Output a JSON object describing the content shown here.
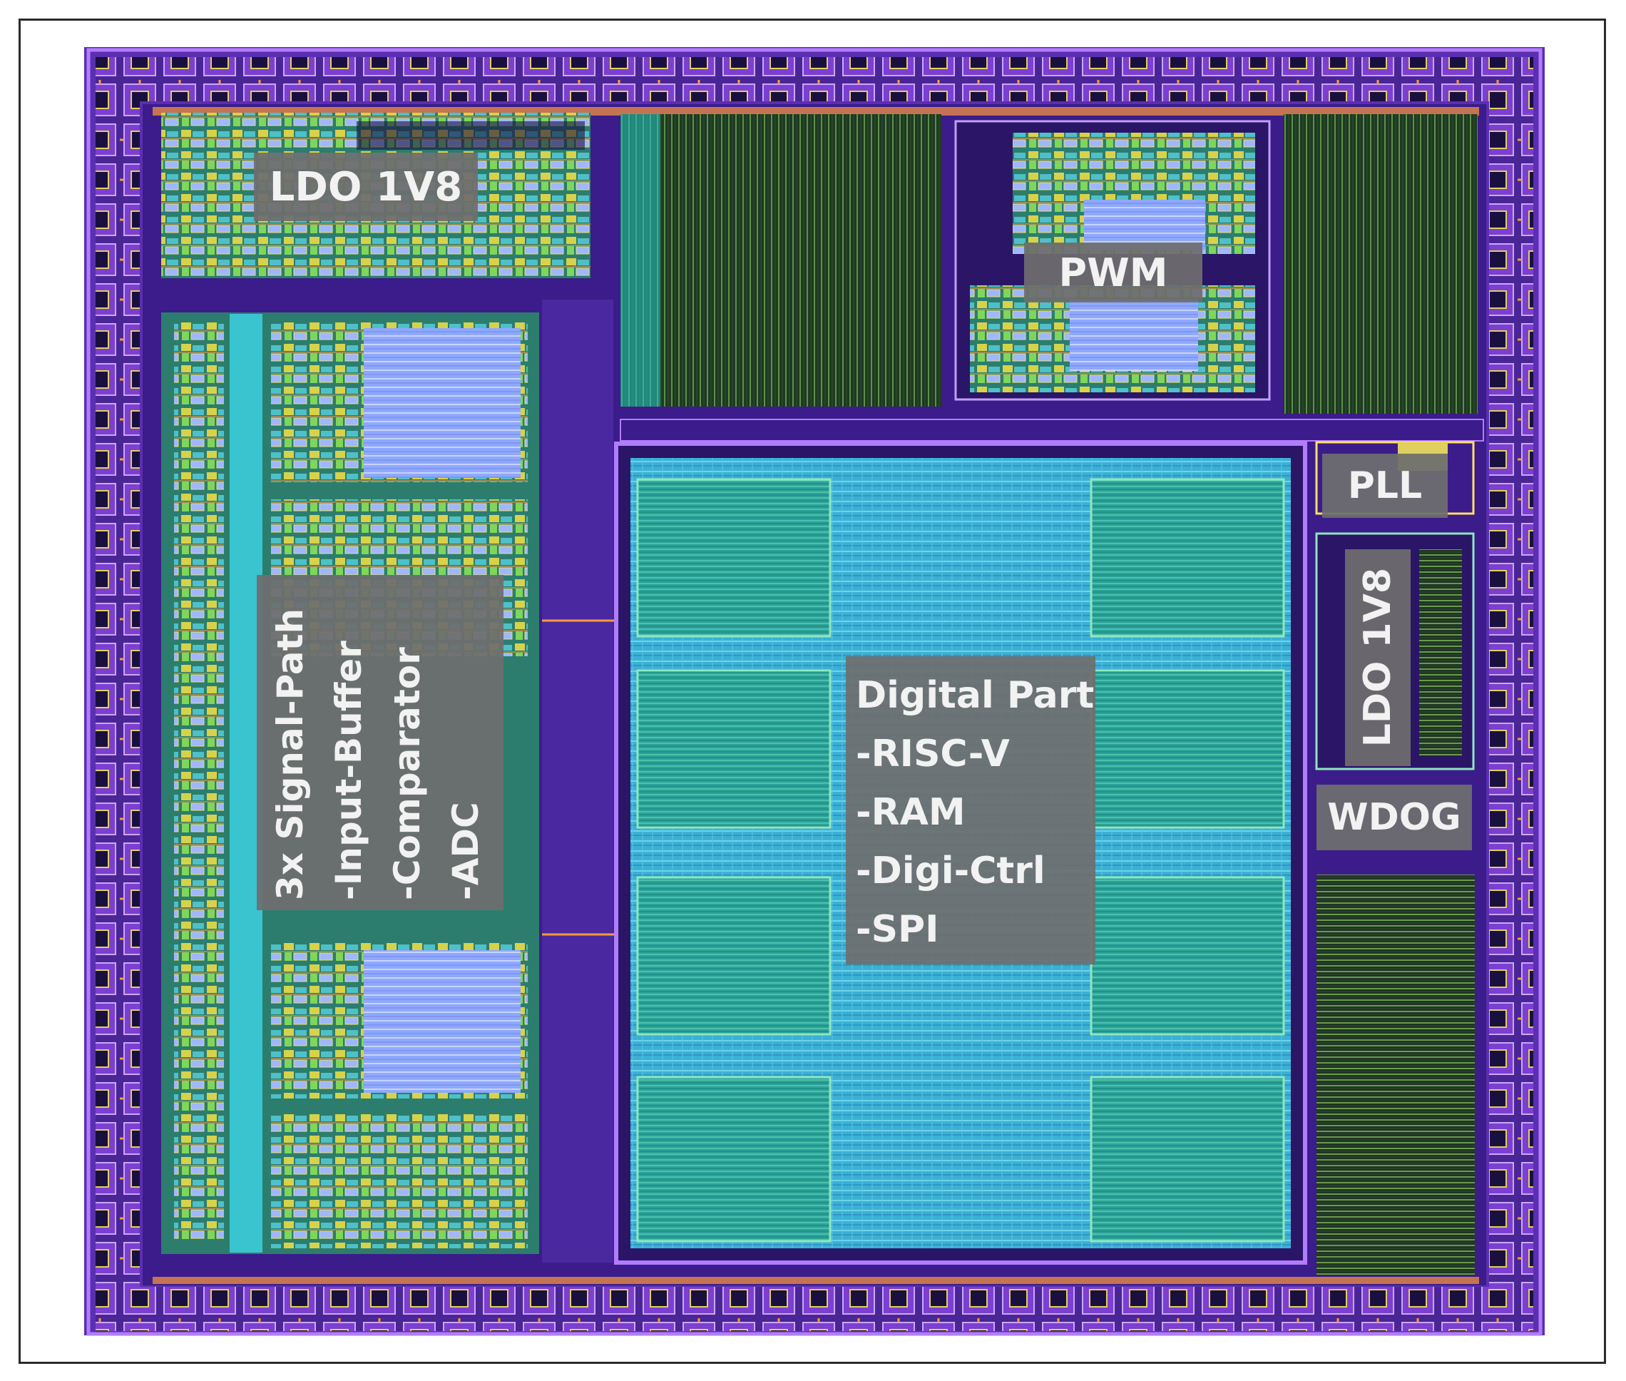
{
  "blocks": {
    "ldo_top": "LDO 1V8",
    "pwm": "PWM",
    "pll": "PLL",
    "ldo_right": "LDO 1V8",
    "wdog": "WDOG",
    "signal_path": {
      "lines": [
        "3x Signal-Path",
        "-Input-Buffer",
        "-Comparator",
        "-ADC"
      ]
    },
    "digital": {
      "lines": [
        "Digital Part",
        "-RISC-V",
        "-RAM",
        "-Digi-Ctrl",
        "-SPI"
      ]
    }
  },
  "colors": {
    "die_metal": "#5a2fb0",
    "pad_ring": "#7b3fd1",
    "seal": "#3b1c8a",
    "digital_core": "#3fb7d6",
    "sram_macro": "#2aa39a",
    "analog_yellow": "#d7d24a",
    "label_bg": "#6e6e6e",
    "label_text": "#f2f2f2"
  }
}
